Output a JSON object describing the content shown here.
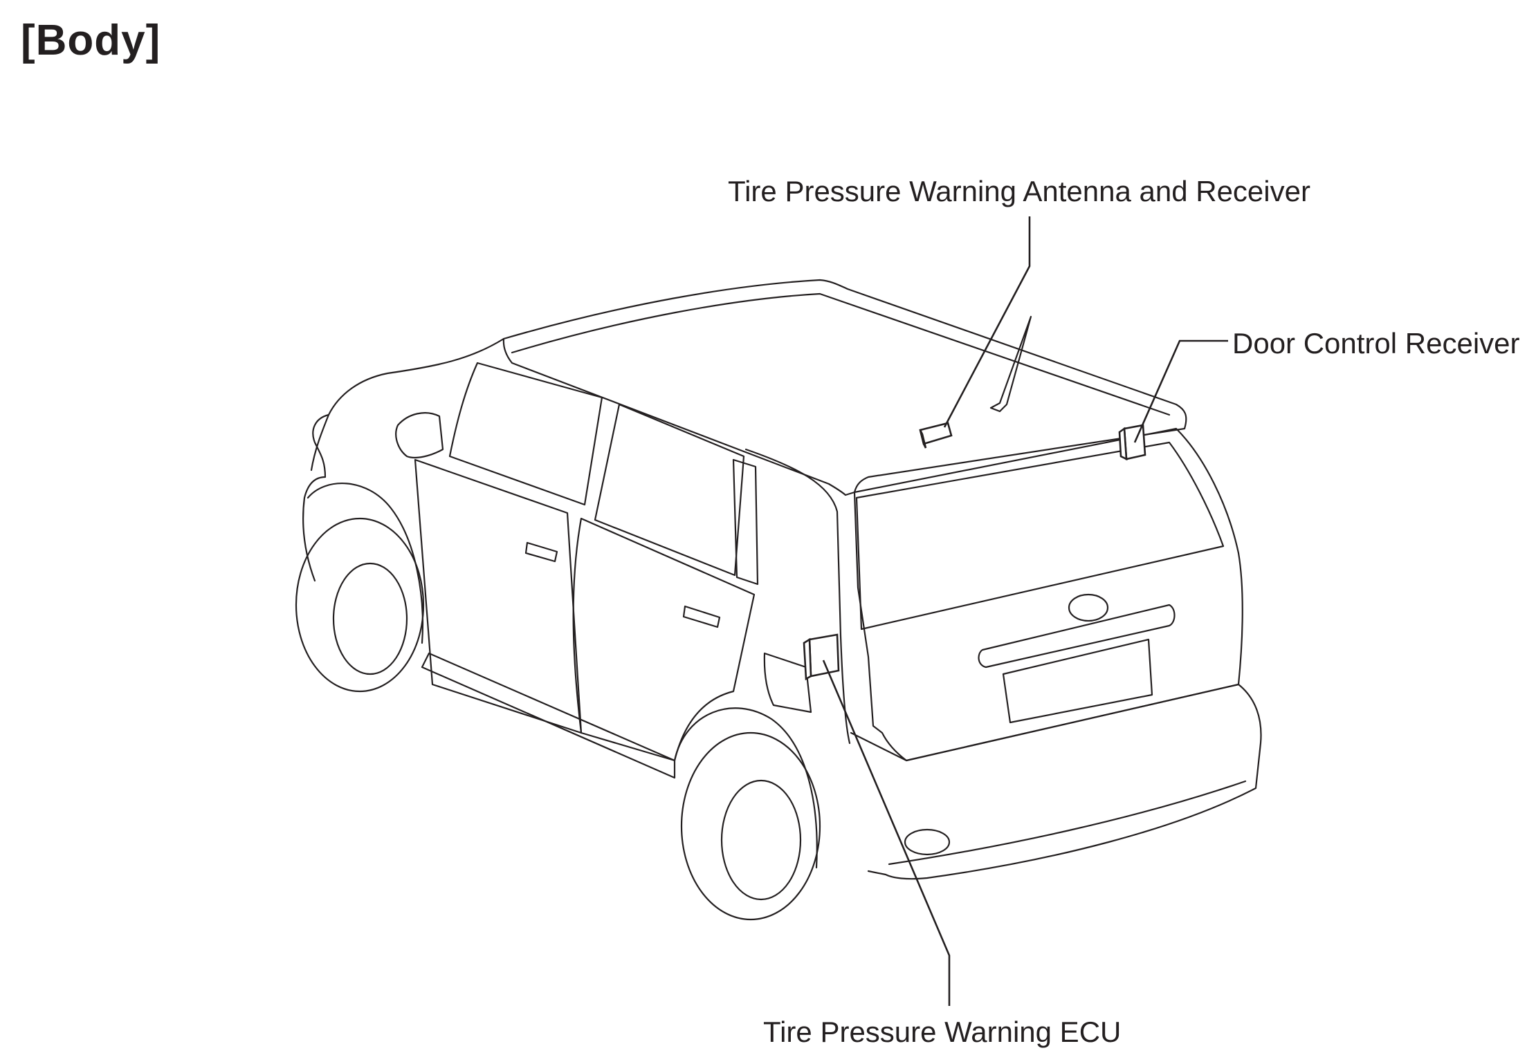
{
  "title": "[Body]",
  "callouts": {
    "antenna_receiver": "Tire Pressure Warning Antenna and Receiver",
    "door_control_receiver": "Door Control Receiver",
    "ecu": "Tire Pressure Warning ECU"
  },
  "colors": {
    "line": "#231f20",
    "background": "#ffffff"
  }
}
